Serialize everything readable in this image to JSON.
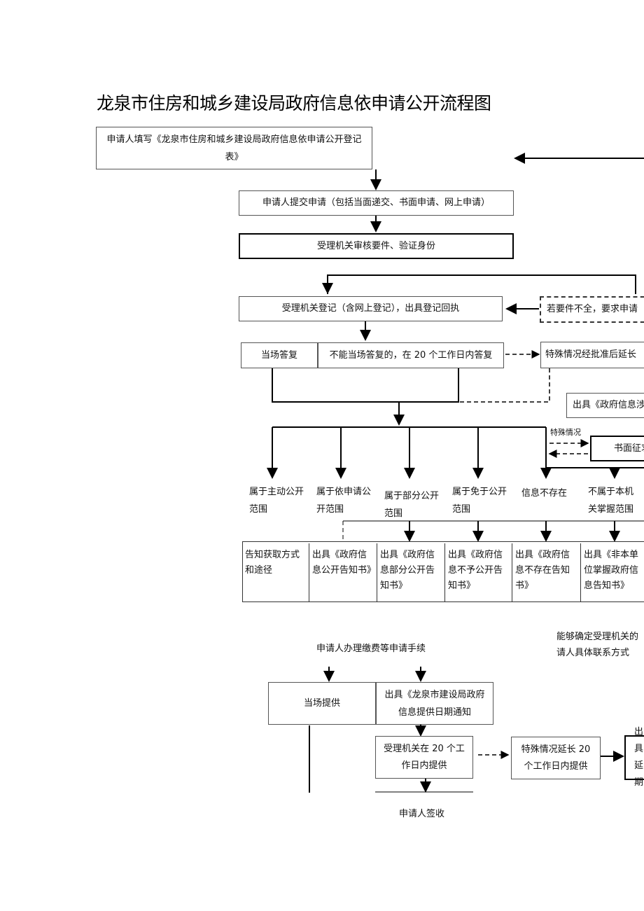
{
  "title": "龙泉市住房和城乡建设局政府信息依申请公开流程图",
  "steps": {
    "fill_form": "申请人填写《龙泉市住房和城乡建设局政府信息依申请公开登记表》",
    "submit": "申请人提交申请（包括当面递交、书面申请、网上申请）",
    "review": "受理机关审核要件、验证身份",
    "register": "受理机关登记（含网上登记），出具登记回执",
    "incomplete": "若要件不全，要求申请",
    "reply_now": "当场答复",
    "reply_20days": "不能当场答复的，在 20 个工作日内答复",
    "extension": "特殊情况经批准后延长",
    "issue_notice": "出具《政府信息涉",
    "special_case": "特殊情况",
    "written_consult": "书面征求"
  },
  "categories": [
    "属于主动公开范围",
    "属于依申请公开范围",
    "属于部分公开范围",
    "属于免于公开范围",
    "信息不存在",
    "不属于本机关掌握范围"
  ],
  "outcomes": [
    "告知获取方式和途径",
    "出具《政府信息公开告知书》",
    "出具《政府信息部分公开告知书》",
    "出具《政府信息不予公开告知书》",
    "出具《政府信息不存在告知书》",
    "出具《非本单位掌握政府信息告知书》"
  ],
  "bottom": {
    "fee": "申请人办理缴费等申请手续",
    "contact_line1": "能够确定受理机关的",
    "contact_line2": "请人具体联系方式",
    "provide_now": "当场提供",
    "date_notice": "出具《龙泉市建设局政府信息提供日期通知",
    "provide_20": "受理机关在 20 个工作日内提供",
    "extend_20": "特殊情况延长 20 个工作日内提供",
    "issue_extend": "出具延期",
    "sign": "申请人签收"
  }
}
